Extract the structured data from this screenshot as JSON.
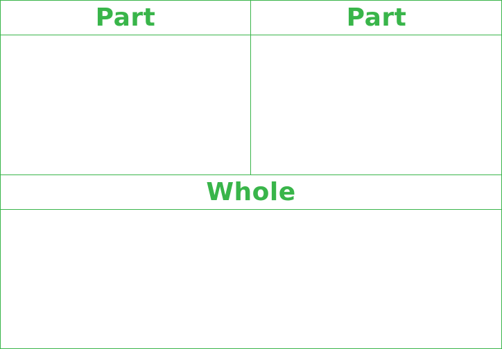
{
  "parts": [
    {
      "label": "Part"
    },
    {
      "label": "Part"
    }
  ],
  "whole": {
    "label": "Whole"
  },
  "colors": {
    "accent": "#39b54a",
    "background": "#ffffff"
  }
}
